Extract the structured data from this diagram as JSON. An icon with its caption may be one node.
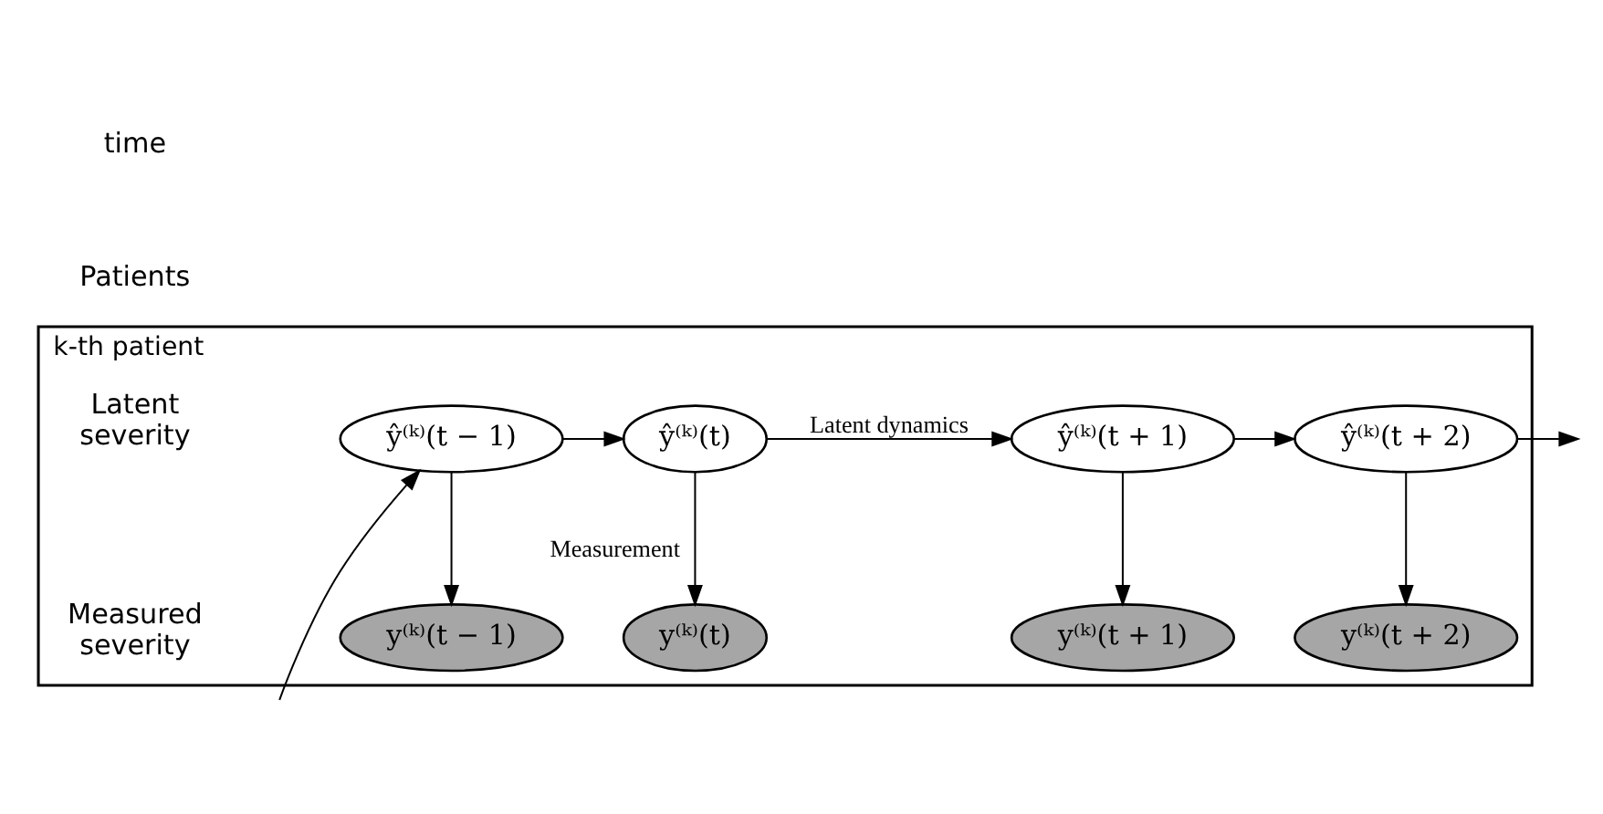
{
  "diagram": {
    "nodes": [
      {
        "text": [
          "k-th patient"
        ]
      },
      {
        "text": [
          "ŷ⁽ᵏ⁾(t − 1)"
        ],
        "in": 0
      },
      {
        "text": [
          "ŷ⁽ᵏ⁾(t)"
        ],
        "in": 0
      },
      {
        "text": [
          "ŷ⁽ᵏ⁾(t + 1)"
        ],
        "in": 0
      },
      {
        "text": [
          "ŷ⁽ᵏ⁾(t + 2)"
        ],
        "in": 0
      },
      {
        "text": [
          "y⁽ᵏ⁾(t − 1)"
        ],
        "in": 0
      },
      {
        "text": [
          "y⁽ᵏ⁾(t)"
        ],
        "in": 0
      },
      {
        "text": [
          "y⁽ᵏ⁾(t + 1)"
        ],
        "in": 0
      },
      {
        "text": [
          "y⁽ᵏ⁾(t + 2)"
        ],
        "in": 0
      }
    ],
    "edges": [
      {
        "from": null,
        "to": 1,
        "arrow": "to"
      },
      {
        "from": 1,
        "to": 2,
        "arrow": "to"
      },
      {
        "from": 2,
        "to": 3,
        "arrow": "to",
        "label": "Latent dynamics"
      },
      {
        "from": 3,
        "to": 4,
        "arrow": "to"
      },
      {
        "from": 4,
        "to": null,
        "arrow": "to"
      },
      {
        "from": 1,
        "to": 5,
        "arrow": "to"
      },
      {
        "from": 2,
        "to": 6,
        "arrow": "to",
        "label": "Measurement"
      },
      {
        "from": 3,
        "to": 7,
        "arrow": "to"
      },
      {
        "from": 4,
        "to": 8,
        "arrow": "to"
      }
    ],
    "labels": [
      "Patients",
      "Latent severity",
      "Measured severity",
      "time"
    ]
  }
}
